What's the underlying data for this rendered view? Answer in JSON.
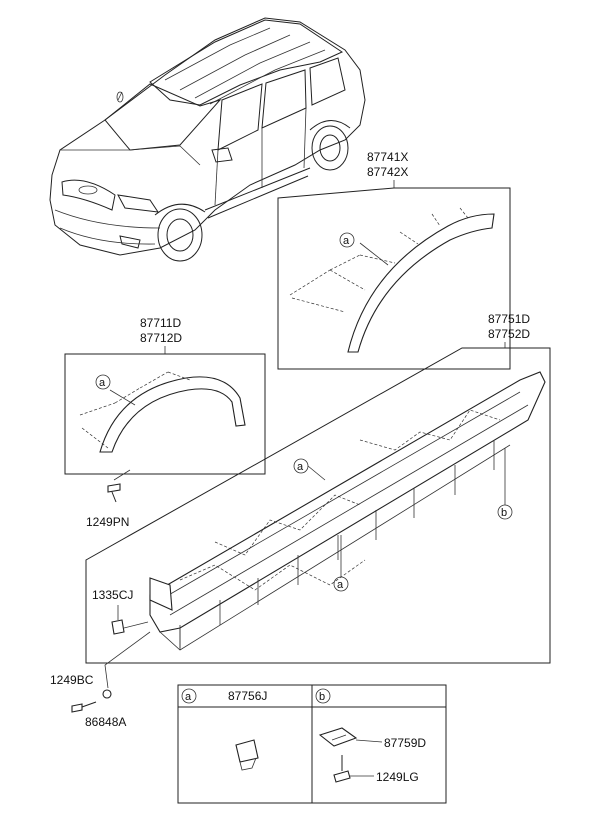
{
  "callouts": {
    "front_fender_moulding": [
      "87741X",
      "87742X"
    ],
    "rear_fender_moulding": [
      "87711D",
      "87712D"
    ],
    "side_sill_moulding": [
      "87751D",
      "87752D"
    ],
    "screw_rear": "1249PN",
    "clip_front": "1335CJ",
    "screw_front": "1249BC",
    "nut_front": "86848A"
  },
  "ref_markers": {
    "a": "a",
    "b": "b"
  },
  "legend": {
    "a_key": "a",
    "b_key": "b",
    "a_part": "87756J",
    "b_part_clip": "87759D",
    "b_part_screw": "1249LG"
  }
}
